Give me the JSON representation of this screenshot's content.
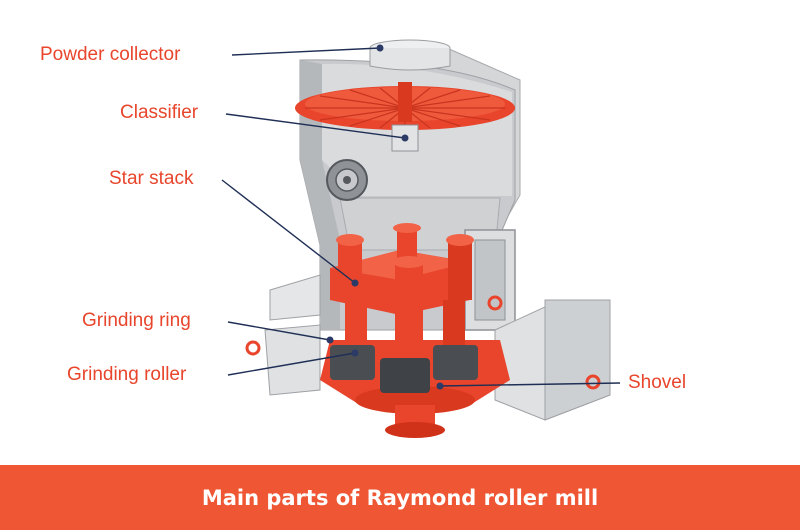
{
  "colors": {
    "accent": "#e8452c",
    "banner": "#ef5633",
    "body_gray": "#c9cbcd",
    "dark_gray": "#4a4d52",
    "leader": "#1f2f55"
  },
  "labels": {
    "powder_collector": "Powder collector",
    "classifier": "Classifier",
    "star_stack": "Star stack",
    "grinding_ring": "Grinding ring",
    "grinding_roller": "Grinding roller",
    "shovel": "Shovel"
  },
  "banner": {
    "title": "Main parts of Raymond roller mill"
  }
}
